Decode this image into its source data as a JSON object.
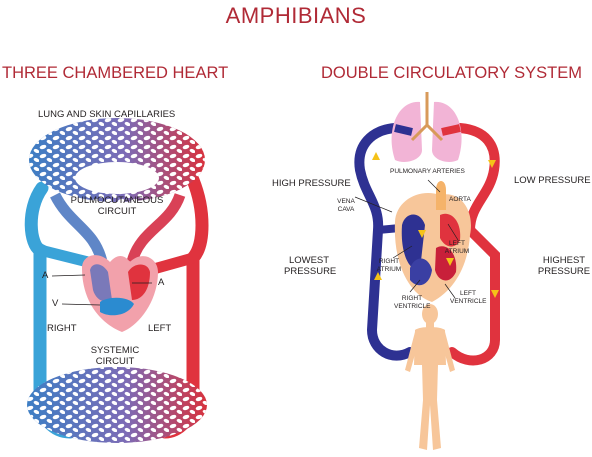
{
  "title": "AMPHIBIANS",
  "left": {
    "subtitle": "THREE CHAMBERED HEART",
    "capillaries_top": "LUNG AND SKIN CAPILLARIES",
    "pulmo_line1": "PULMOCUTANEOUS",
    "pulmo_line2": "CIRCUIT",
    "label_a_left": "A",
    "label_a_right": "A",
    "label_v": "V",
    "right": "RIGHT",
    "left": "LEFT",
    "systemic_line1": "SYSTEMIC",
    "systemic_line2": "CIRCUIT"
  },
  "right": {
    "subtitle": "DOUBLE CIRCULATORY SYSTEM",
    "high_pressure": "HIGH PRESSURE",
    "low_pressure": "LOW PRESSURE",
    "lowest_line1": "LOWEST",
    "lowest_line2": "PRESSURE",
    "highest_line1": "HIGHEST",
    "highest_line2": "PRESSURE",
    "pulmonary_arteries": "PULMONARY ARTERIES",
    "aorta": "AORTA",
    "vena_line1": "VENA",
    "vena_line2": "CAVA",
    "left_atrium_line1": "LEFT",
    "left_atrium_line2": "ATRIUM",
    "right_atrium_line1": "RIGHT",
    "right_atrium_line2": "ATRIUM",
    "right_ventricle_line1": "RIGHT",
    "right_ventricle_line2": "VENTRICLE",
    "left_ventricle_line1": "LEFT",
    "left_ventricle_line2": "VENTRICLE"
  },
  "colors": {
    "title": "#b02a36",
    "oxygenated": "#e0333e",
    "deoxygenated": "#2e3192",
    "skin_blue": "#3aa3d8",
    "heart_pink": "#f2a1ab",
    "body_skin": "#f7c69a",
    "lung_pink": "#f2b4d6",
    "arrow_yellow": "#f5c218"
  }
}
